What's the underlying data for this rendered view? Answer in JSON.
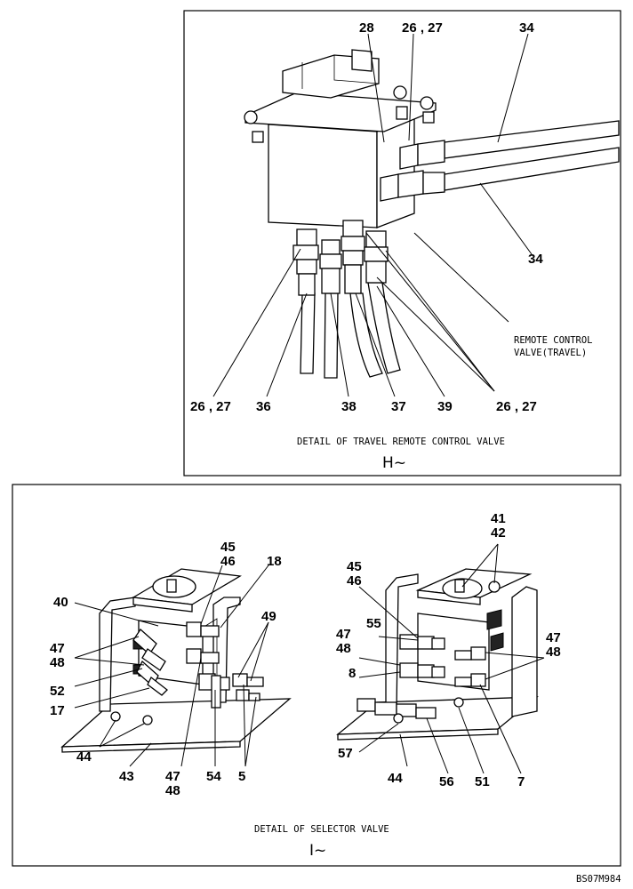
{
  "top_panel": {
    "caption": "DETAIL OF TRAVEL REMOTE CONTROL VALVE",
    "view_mark": "H~",
    "component_label_line1": "REMOTE CONTROL",
    "component_label_line2": "VALVE(TRAVEL)",
    "callouts": {
      "c28": "28",
      "c2627_top": "26 , 27",
      "c34_top": "34",
      "c34_right": "34",
      "c2627_left": "26 , 27",
      "c36": "36",
      "c38": "38",
      "c37": "37",
      "c39": "39",
      "c2627_right": "26 , 27"
    }
  },
  "bottom_panel": {
    "caption": "DETAIL OF SELECTOR VALVE",
    "view_mark": "I~",
    "callouts": {
      "l45": "45",
      "l46": "46",
      "l18": "18",
      "l40": "40",
      "l49": "49",
      "l47a": "47",
      "l48a": "48",
      "l52": "52",
      "l17": "17",
      "l44a": "44",
      "l43": "43",
      "l47b": "47",
      "l48b": "48",
      "l54": "54",
      "l5": "5",
      "r41": "41",
      "r42": "42",
      "r45": "45",
      "r46": "46",
      "r55": "55",
      "r47a": "47",
      "r48a": "48",
      "r8": "8",
      "r47b": "47",
      "r48b": "48",
      "r57": "57",
      "r44": "44",
      "r56": "56",
      "r51": "51",
      "r7": "7"
    }
  },
  "drawing_code": "BS07M984"
}
